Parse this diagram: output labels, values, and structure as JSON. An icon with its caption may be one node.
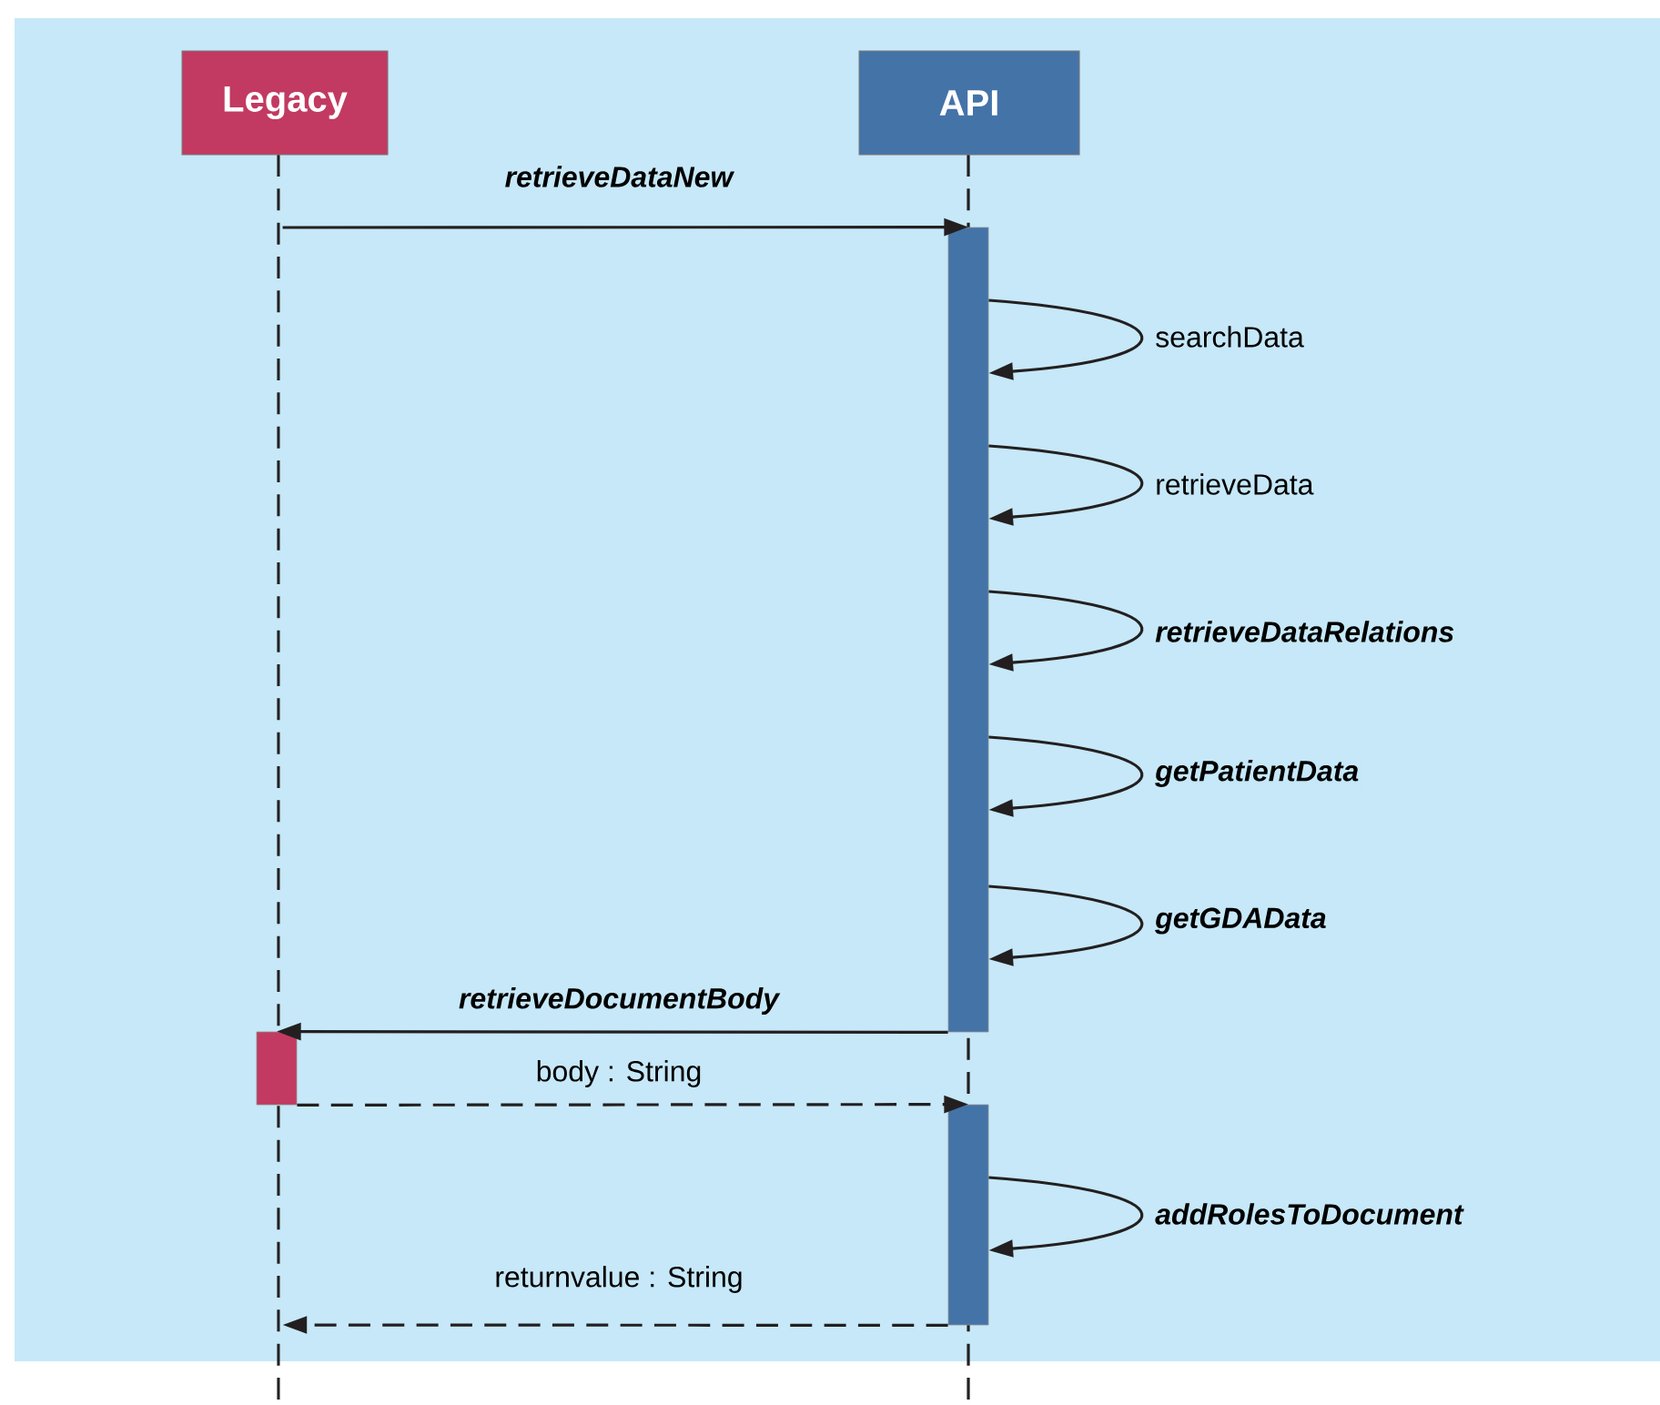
{
  "diagram": {
    "nodes": [
      {
        "text": [
          "Legacy"
        ]
      },
      {
        "text": [
          "API"
        ]
      },
      {
        "text": [],
        "shape": "line"
      },
      {
        "text": [],
        "shape": "line"
      },
      {
        "text": [],
        "shape": "bar"
      },
      {
        "text": [],
        "shape": "bar"
      },
      {
        "text": [],
        "shape": "bar"
      }
    ],
    "edges": [
      {
        "from": 2,
        "to": 4,
        "arrow": "to",
        "label": "retrieveDataNew"
      },
      {
        "from": 4,
        "to": 4,
        "arrow": "to",
        "label": "searchData"
      },
      {
        "from": 4,
        "to": 4,
        "arrow": "to",
        "label": "retrieveData"
      },
      {
        "from": 4,
        "to": 4,
        "arrow": "to",
        "label": "retrieveDataRelations"
      },
      {
        "from": 4,
        "to": 4,
        "arrow": "to",
        "label": "getPatientData"
      },
      {
        "from": 4,
        "to": 4,
        "arrow": "to",
        "label": "getGDAData"
      },
      {
        "from": 4,
        "to": 5,
        "arrow": "to",
        "label": "retrieveDocumentBody"
      },
      {
        "from": 5,
        "to": 6,
        "arrow": "to",
        "label": "body : String",
        "style": "dashed"
      },
      {
        "from": 6,
        "to": 6,
        "arrow": "to",
        "label": "addRolesToDocument"
      },
      {
        "from": 6,
        "to": 2,
        "arrow": "to",
        "label": "returnvalue : String",
        "style": "dashed"
      }
    ]
  }
}
